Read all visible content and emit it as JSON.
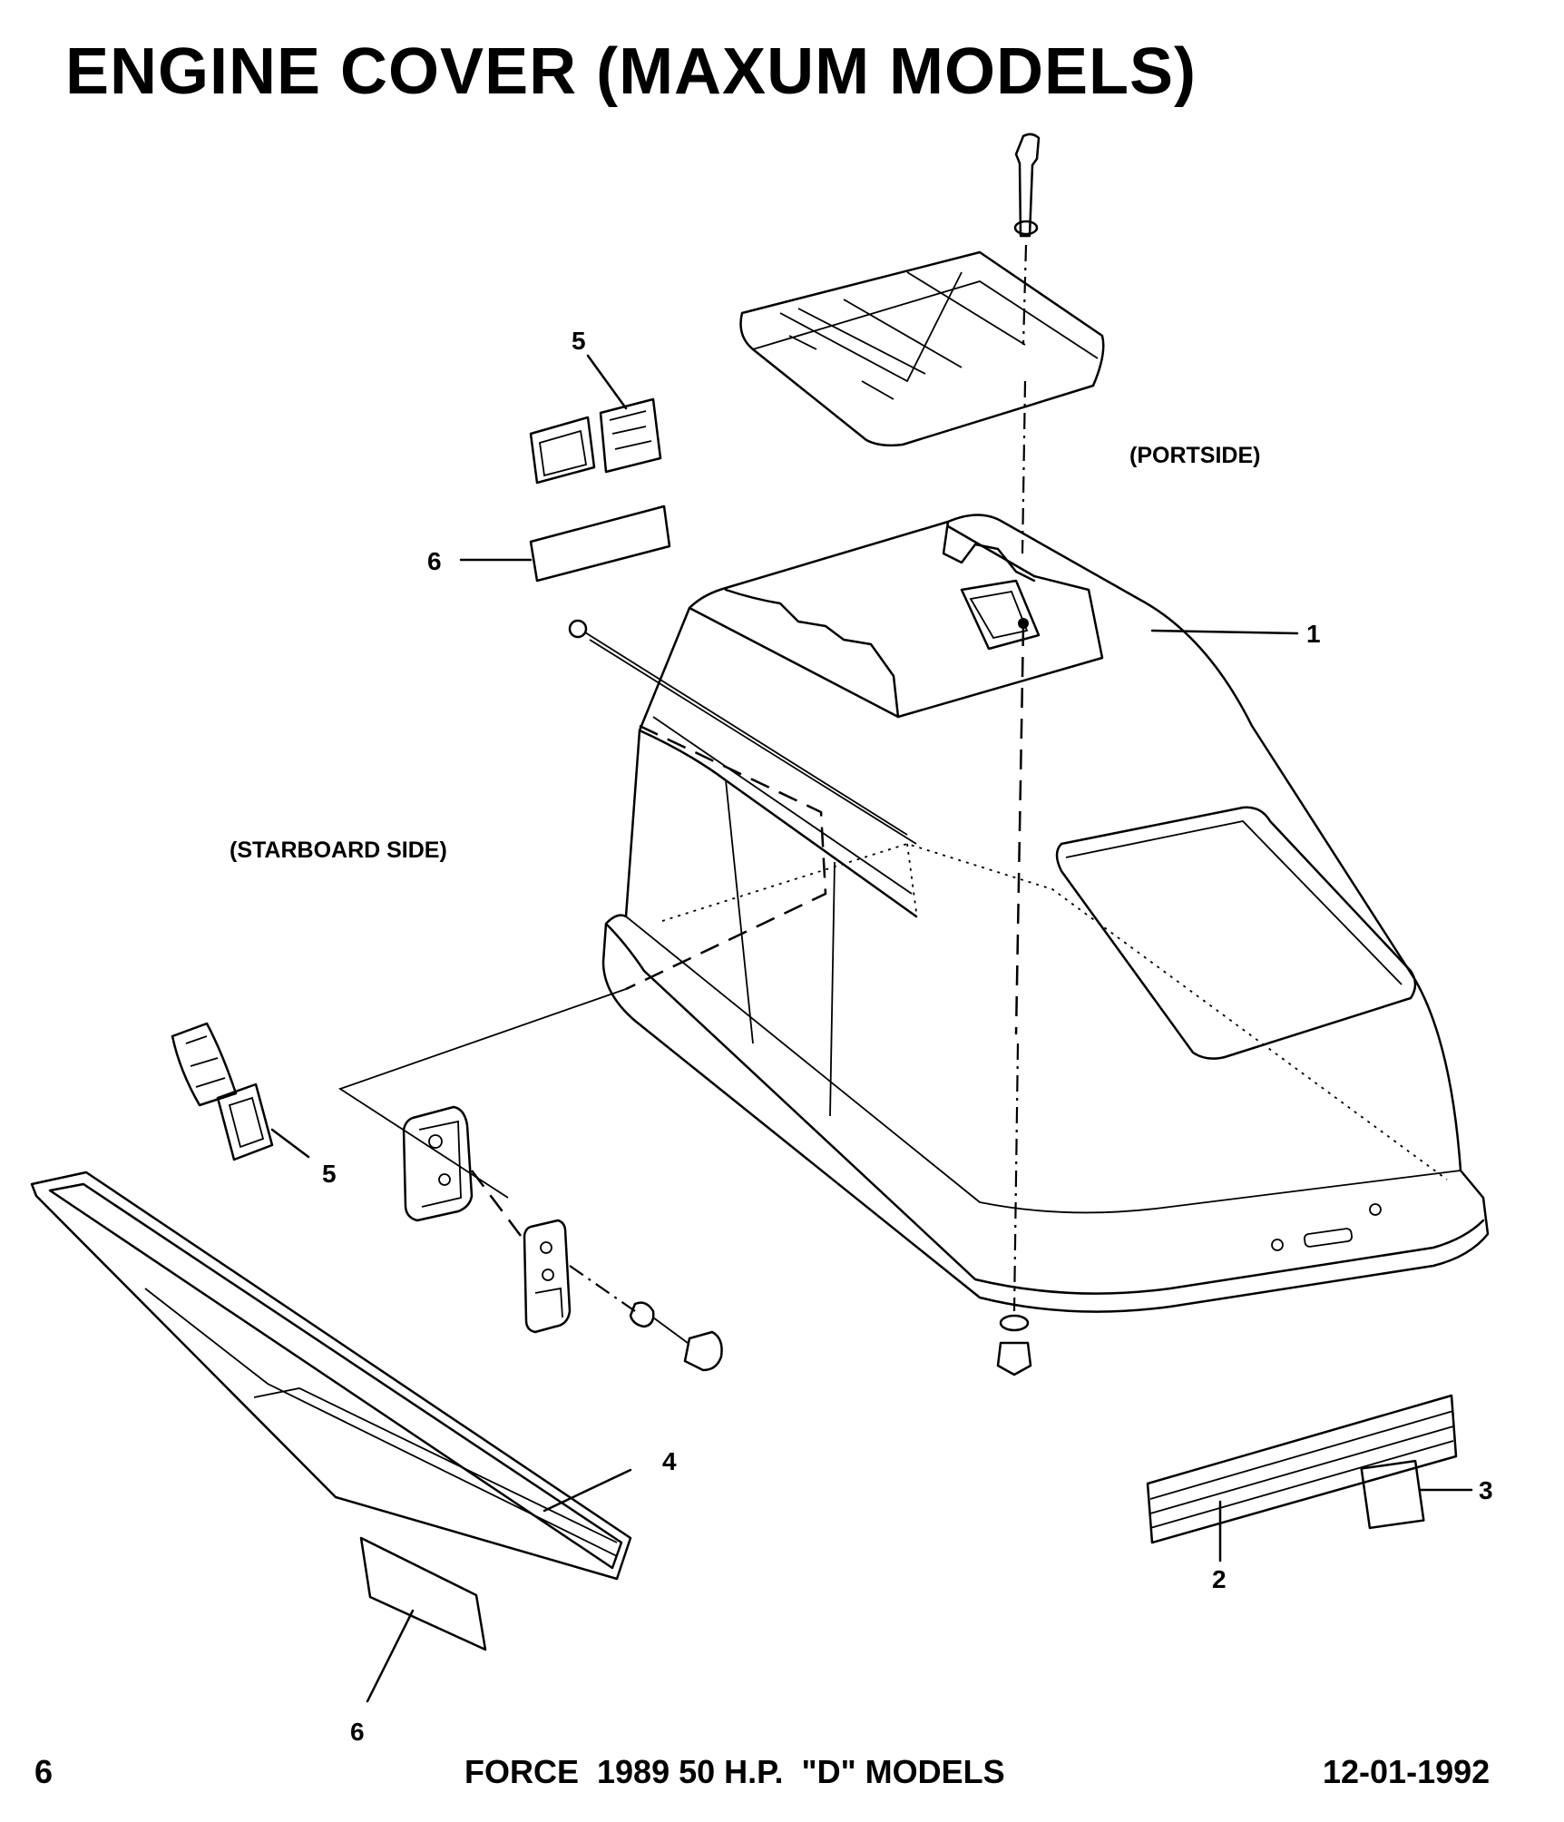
{
  "title": "ENGINE COVER (MAXUM MODELS)",
  "labels": {
    "portside": "(PORTSIDE)",
    "starboard": "(STARBOARD SIDE)"
  },
  "callouts": {
    "c1": "1",
    "c2": "2",
    "c3": "3",
    "c4": "4",
    "c5_top": "5",
    "c5_left": "5",
    "c6_top": "6",
    "c6_bottom": "6"
  },
  "footer": {
    "page_number": "6",
    "model": "FORCE  1989 50 H.P.  \"D\" MODELS",
    "date": "12-01-1992"
  }
}
